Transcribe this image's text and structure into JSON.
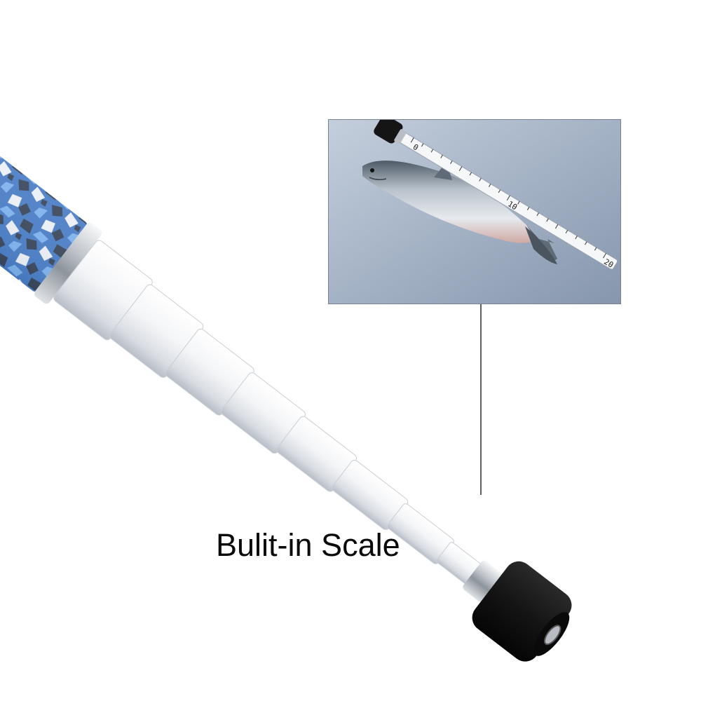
{
  "caption": "Bulit-in Scale",
  "inset": {
    "scale_marks": [
      "0",
      "10",
      "20"
    ]
  },
  "colors": {
    "background": "#ffffff",
    "rod_white": "#f2f3f5",
    "camo_blue": "#1f5fb8",
    "camo_dark": "#0b1a33",
    "metal_ring": "#c9ccd0",
    "end_cap": "#1a1a1a",
    "inset_bg": "#a9b6c8",
    "caption_text": "#0a0a0a"
  }
}
